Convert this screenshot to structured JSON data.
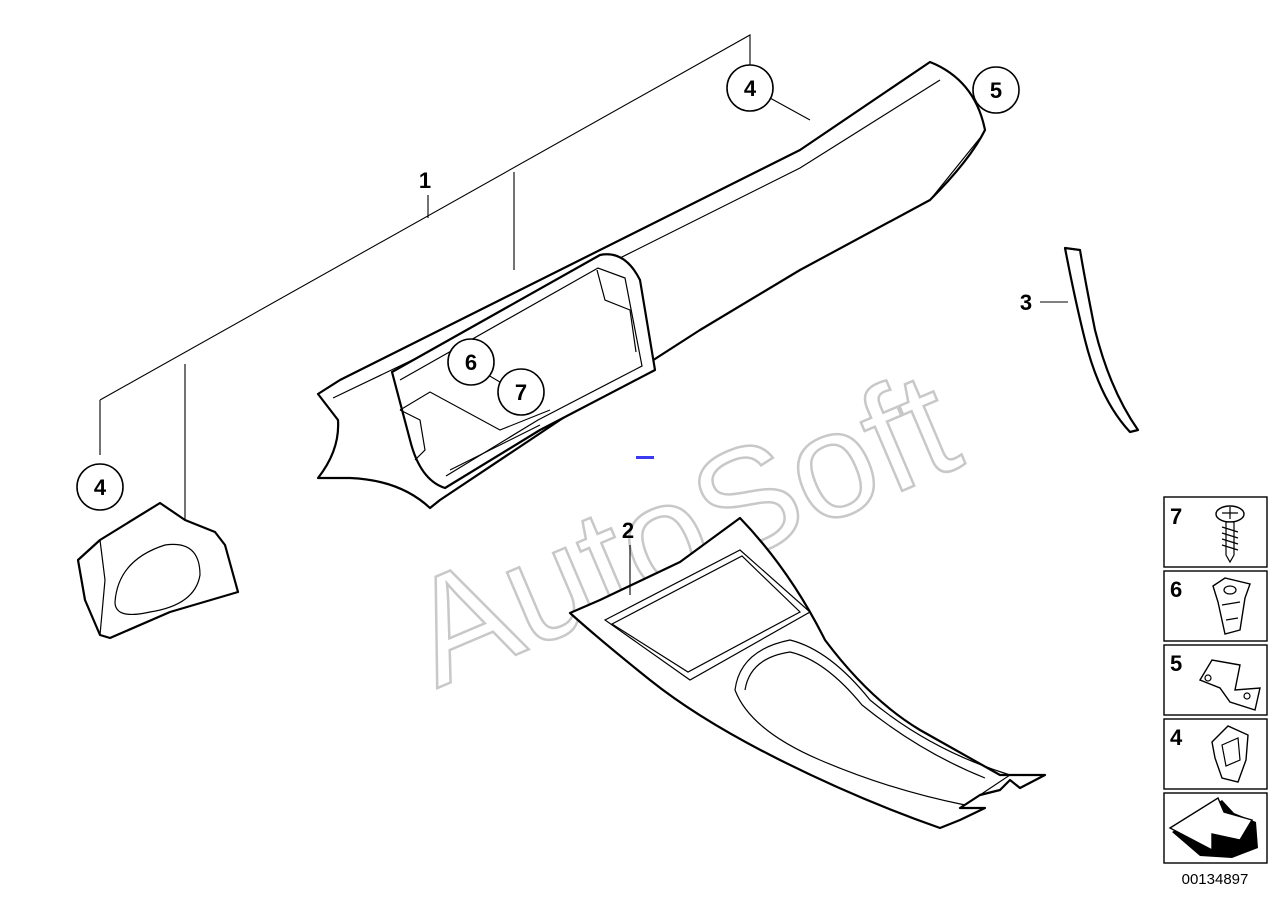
{
  "watermark": "AutoSoft",
  "diagram_id": "00134897",
  "callouts": {
    "c1": "1",
    "c2": "2",
    "c3": "3",
    "c4a": "4",
    "c4b": "4",
    "c5": "5",
    "c6": "6",
    "c7": "7"
  },
  "legend": {
    "item7": "7",
    "item6": "6",
    "item5": "5",
    "item4": "4"
  }
}
